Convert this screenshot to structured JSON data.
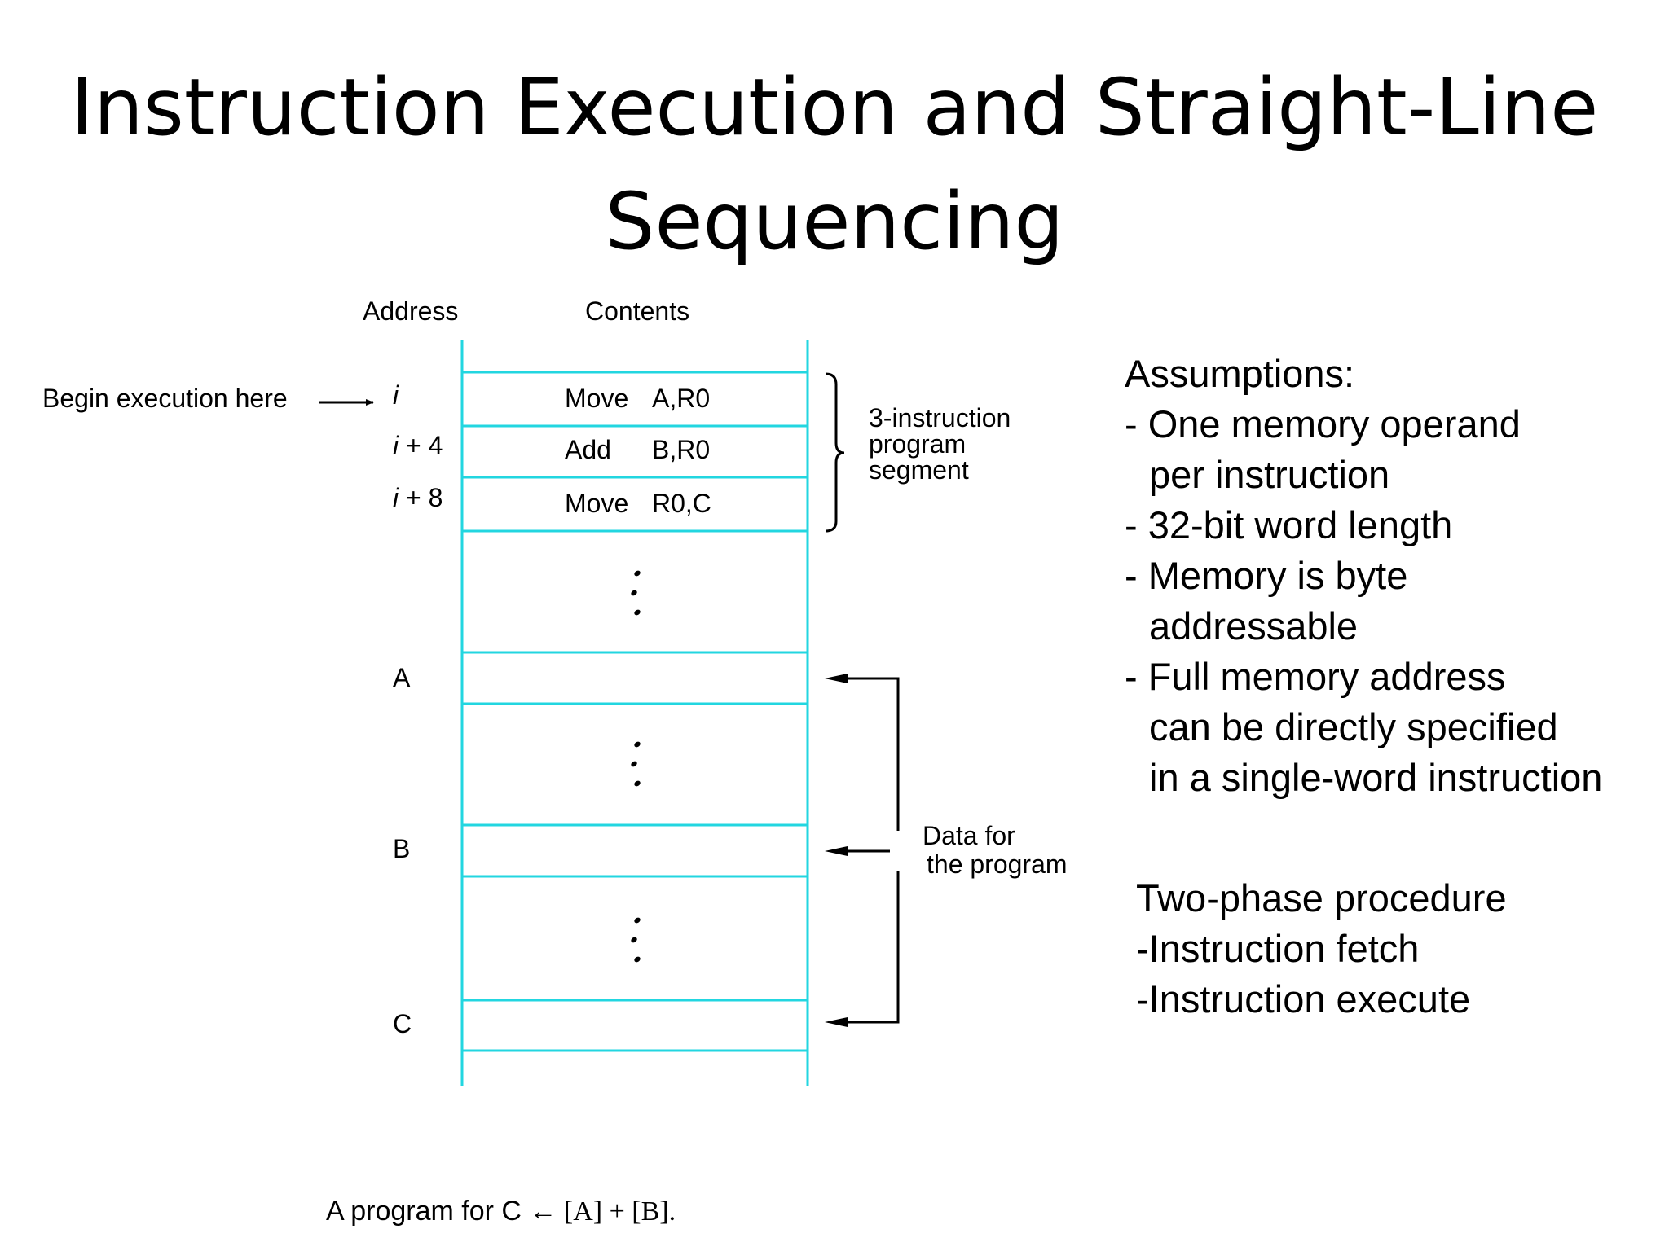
{
  "slide": {
    "title_line1": "Instruction Execution and Straight-Line",
    "title_line2": "Sequencing"
  },
  "diagram": {
    "header_address": "Address",
    "header_contents": "Contents",
    "begin_label": "Begin execution here",
    "addresses": [
      {
        "var": "i",
        "offset": ""
      },
      {
        "var": "i",
        "offset": " + 4"
      },
      {
        "var": "i",
        "offset": " + 8"
      }
    ],
    "instructions": [
      {
        "op": "Move",
        "operands": "A,R0"
      },
      {
        "op": "Add",
        "operands": "B,R0"
      },
      {
        "op": "Move",
        "operands": "R0,C"
      }
    ],
    "data_addresses": [
      "A",
      "B",
      "C"
    ],
    "segment_label": [
      "3-instruction",
      "program",
      "segment"
    ],
    "data_label": [
      "Data for",
      "the program"
    ],
    "colors": {
      "memory_lines": "#22d6e0",
      "ink": "#000000"
    }
  },
  "assumptions": {
    "heading": "Assumptions:",
    "lines": [
      {
        "text": "- One memory operand",
        "indent": false
      },
      {
        "text": "per instruction",
        "indent": true
      },
      {
        "text": "- 32-bit word length",
        "indent": false
      },
      {
        "text": "- Memory is byte",
        "indent": false
      },
      {
        "text": "addressable",
        "indent": true
      },
      {
        "text": "- Full memory address",
        "indent": false
      },
      {
        "text": "can be directly specified",
        "indent": true
      },
      {
        "text": "in a single-word instruction",
        "indent": true
      }
    ]
  },
  "phases": {
    "heading": "Two-phase procedure",
    "items": [
      "-Instruction fetch",
      "-Instruction execute"
    ]
  },
  "caption": {
    "prefix": "A program for C ",
    "formula": "← [A] + [B]."
  }
}
